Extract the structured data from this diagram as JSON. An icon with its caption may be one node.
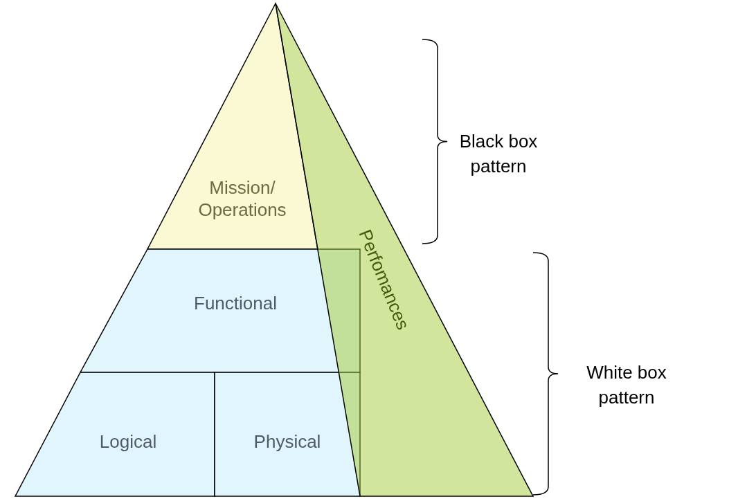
{
  "diagram": {
    "nodes": [
      {
        "text": [
          "Mission/ Operations"
        ]
      },
      {
        "text": [
          "Functional"
        ]
      },
      {
        "text": [
          "Logical"
        ]
      },
      {
        "text": [
          "Physical"
        ]
      },
      {
        "text": [
          "Perfomances"
        ]
      }
    ],
    "labels": [
      "Black box pattern",
      "White box pattern"
    ]
  }
}
